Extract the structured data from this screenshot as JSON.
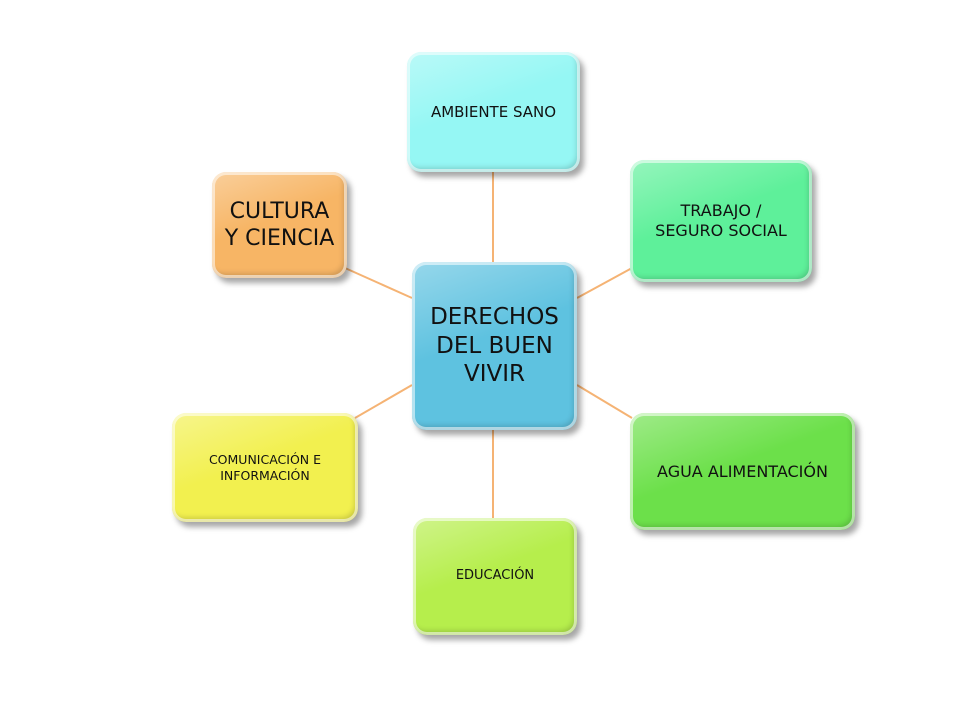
{
  "center": {
    "label": "DERECHOS\nDEL BUEN\nVIVIR",
    "color": "#5ec2e0"
  },
  "nodes": {
    "ambiente": {
      "label": "AMBIENTE SANO",
      "color": "#95f7f4"
    },
    "trabajo": {
      "label": "TRABAJO /\nSEGURO SOCIAL",
      "color": "#5ef09a"
    },
    "cultura": {
      "label": "CULTURA\nY CIENCIA",
      "color": "#f7b565"
    },
    "comunicacion": {
      "label": "COMUNICACIÓN E\nINFORMACIÓN",
      "color": "#f2f04f"
    },
    "educacion": {
      "label": "EDUCACIÓN",
      "color": "#b6ee4c"
    },
    "agua": {
      "label": "AGUA ALIMENTACIÓN",
      "color": "#6ce04a"
    }
  },
  "connector_color": "#f5b374"
}
